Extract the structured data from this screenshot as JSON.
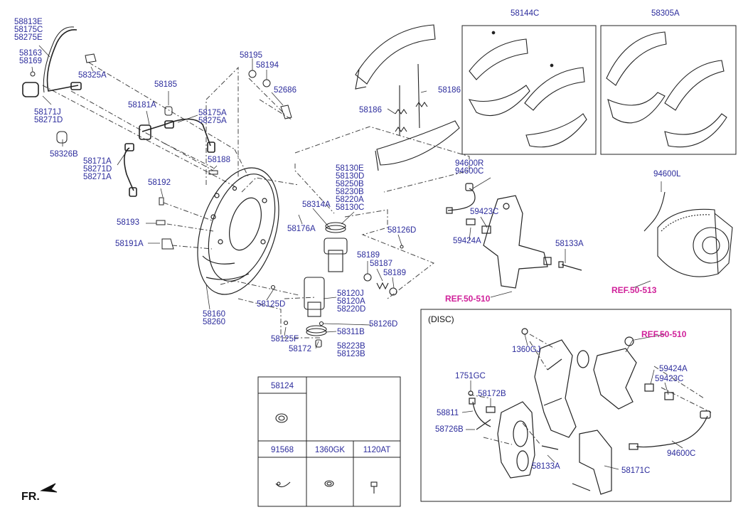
{
  "labels": {
    "l58813": [
      "58813E",
      "58175C",
      "58275E"
    ],
    "l58163": [
      "58163",
      "58169"
    ],
    "l58325A": [
      "58325A"
    ],
    "l58171J": [
      "58171J",
      "58271D"
    ],
    "l58326B": [
      "58326B"
    ],
    "l58171A": [
      "58171A",
      "58271D",
      "58271A"
    ],
    "l58185": [
      "58185"
    ],
    "l58181A": [
      "58181A"
    ],
    "l58175A": [
      "58175A",
      "58275A"
    ],
    "l58195": [
      "58195"
    ],
    "l58194": [
      "58194"
    ],
    "l52686": [
      "52686"
    ],
    "l58188": [
      "58188"
    ],
    "l58192": [
      "58192"
    ],
    "l58193": [
      "58193"
    ],
    "l58191A": [
      "58191A"
    ],
    "l58160": [
      "58160",
      "58260"
    ],
    "l58125D": [
      "58125D"
    ],
    "l58125F": [
      "58125F"
    ],
    "l58172": [
      "58172"
    ],
    "l58186a": [
      "58186"
    ],
    "l58186b": [
      "58186"
    ],
    "l58130E": [
      "58130E",
      "58130D",
      "58250B",
      "58230B",
      "58220A",
      "58130C"
    ],
    "l58314A": [
      "58314A"
    ],
    "l58176A": [
      "58176A"
    ],
    "l58126Da": [
      "58126D"
    ],
    "l58189a": [
      "58189"
    ],
    "l58187": [
      "58187"
    ],
    "l58189b": [
      "58189"
    ],
    "l58120J": [
      "58120J",
      "58120A",
      "58220D"
    ],
    "l58126Db": [
      "58126D"
    ],
    "l58311B": [
      "58311B"
    ],
    "l58223B": [
      "58223B",
      "58123B"
    ],
    "l58144C": [
      "58144C"
    ],
    "l58305A": [
      "58305A"
    ],
    "l94600R": [
      "94600R",
      "94600C"
    ],
    "l59423Ca": [
      "59423C"
    ],
    "l59424Aa": [
      "59424A"
    ],
    "l58133Aa": [
      "58133A"
    ],
    "l94600L": [
      "94600L"
    ],
    "l1360GJ": [
      "1360GJ"
    ],
    "l1751GC": [
      "1751GC"
    ],
    "l58172B": [
      "58172B"
    ],
    "l58811": [
      "58811"
    ],
    "l58726B": [
      "58726B"
    ],
    "l58133Ab": [
      "58133A"
    ],
    "l58171C": [
      "58171C"
    ],
    "l59424Ab": [
      "59424A"
    ],
    "l59423Cb": [
      "59423C"
    ],
    "l94600C": [
      "94600C"
    ]
  },
  "refs": {
    "r1": "REF.50-510",
    "r2": "REF.50-513",
    "r3": "REF.50-510"
  },
  "disc_section_label": "(DISC)",
  "table": {
    "top": "58124",
    "bottom": [
      "91568",
      "1360GK",
      "1120AT"
    ]
  },
  "front_marker": "FR."
}
